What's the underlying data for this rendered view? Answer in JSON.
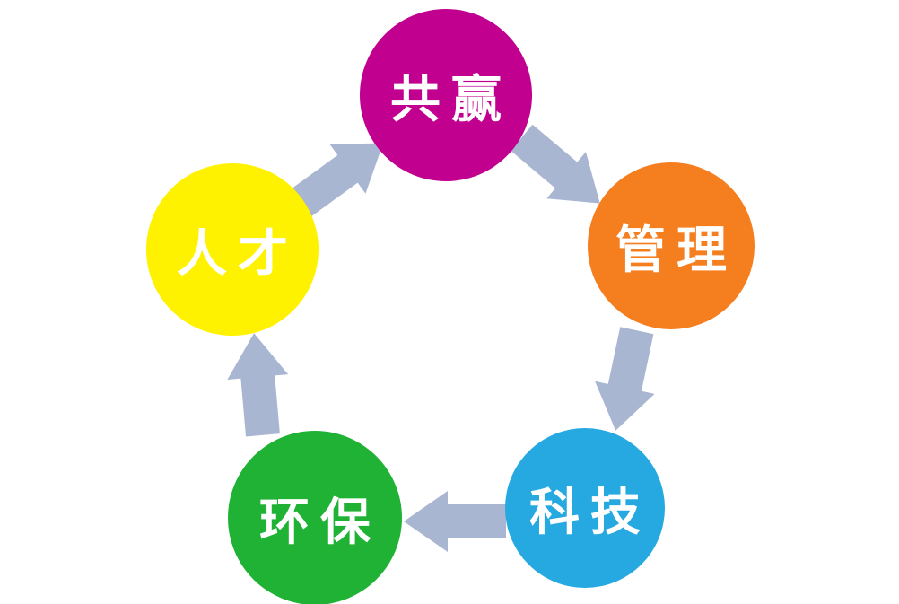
{
  "diagram": {
    "type": "cycle",
    "background_color": "#FFFFFF",
    "arrow_color": "#A9B6D2",
    "label_color": "#FFFFFF",
    "nodes": [
      {
        "id": "win-win",
        "label": "共赢",
        "color": "#C1008F"
      },
      {
        "id": "management",
        "label": "管理",
        "color": "#F57E1F"
      },
      {
        "id": "technology",
        "label": "科技",
        "color": "#25A9E0"
      },
      {
        "id": "environment",
        "label": "环保",
        "color": "#1FB235"
      },
      {
        "id": "talent",
        "label": "人才",
        "color": "#FFF200"
      }
    ],
    "arrows": [
      {
        "from": "共赢",
        "to": "管理"
      },
      {
        "from": "管理",
        "to": "科技"
      },
      {
        "from": "科技",
        "to": "环保"
      },
      {
        "from": "环保",
        "to": "人才"
      },
      {
        "from": "人才",
        "to": "共赢"
      }
    ]
  }
}
